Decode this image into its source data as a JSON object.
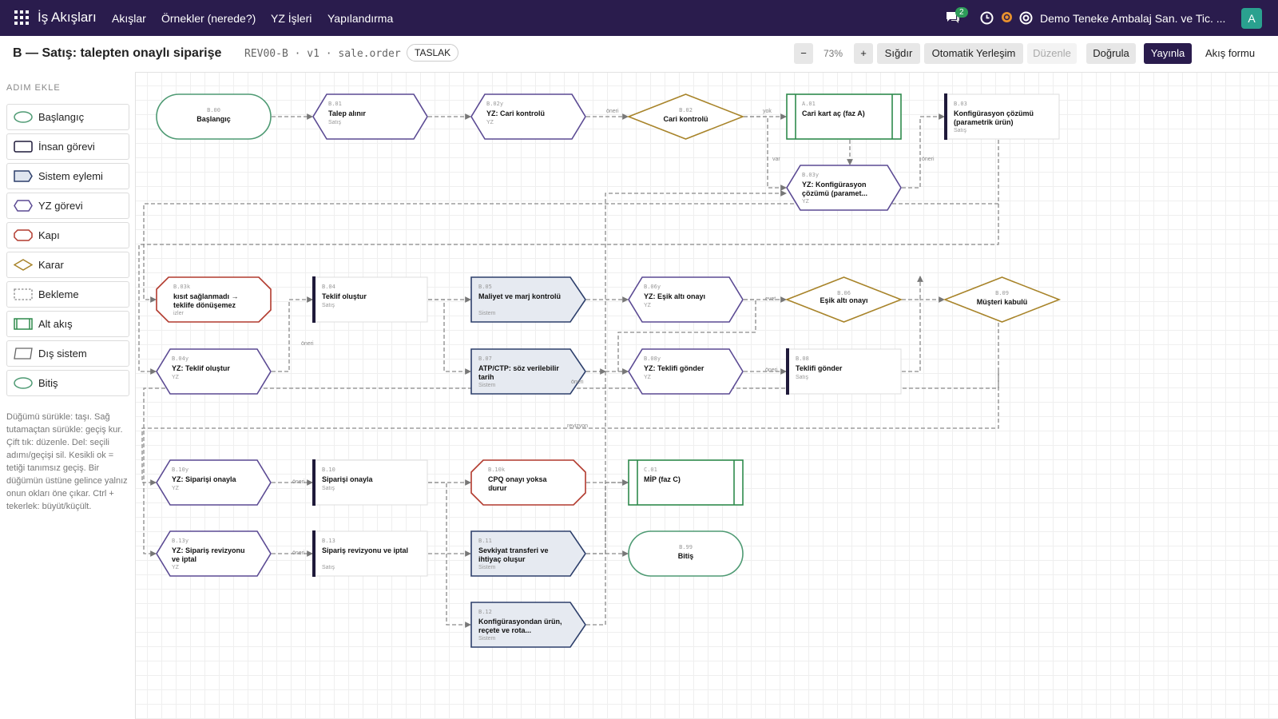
{
  "topbar": {
    "app_title": "İş Akışları",
    "menu": [
      "Akışlar",
      "Örnekler (nerede?)",
      "YZ İşleri",
      "Yapılandırma"
    ],
    "chat_badge": "2",
    "company": "Demo Teneke Ambalaj San. ve Tic. ...",
    "avatar": "A"
  },
  "header": {
    "title": "B — Satış: talepten onaylı siparişe",
    "meta": "REV00-B · v1 · sale.order",
    "status": "TASLAK",
    "zoom_out": "−",
    "zoom": "73%",
    "zoom_in": "+",
    "fit": "Sığdır",
    "auto_layout": "Otomatik Yerleşim",
    "edit": "Düzenle",
    "validate": "Doğrula",
    "publish": "Yayınla",
    "flow_form": "Akış formu"
  },
  "sidebar": {
    "title": "ADIM EKLE",
    "items": [
      {
        "label": "Başlangıç",
        "icon": "start-shape-icon"
      },
      {
        "label": "İnsan görevi",
        "icon": "human-task-icon"
      },
      {
        "label": "Sistem eylemi",
        "icon": "system-action-icon"
      },
      {
        "label": "YZ görevi",
        "icon": "ai-task-icon"
      },
      {
        "label": "Kapı",
        "icon": "gate-icon"
      },
      {
        "label": "Karar",
        "icon": "decision-icon"
      },
      {
        "label": "Bekleme",
        "icon": "wait-icon"
      },
      {
        "label": "Alt akış",
        "icon": "subflow-icon"
      },
      {
        "label": "Dış sistem",
        "icon": "external-system-icon"
      },
      {
        "label": "Bitiş",
        "icon": "end-shape-icon"
      }
    ],
    "help": "Düğümü sürükle: taşı. Sağ tutamaçtan sürükle: geçiş kur. Çift tık: düzenle. Del: seçili adımı/geçişi sil. Kesikli ok = tetiği tanımsız geçiş. Bir düğümün üstüne gelince yalnız onun okları öne çıkar. Ctrl + tekerlek: büyüt/küçült."
  },
  "nodes": [
    {
      "id": "B.00",
      "title": "Başlangıç",
      "sub": "",
      "type": "start"
    },
    {
      "id": "B.01",
      "title": "Talep alınır",
      "sub": "Satış",
      "type": "ai"
    },
    {
      "id": "B.02y",
      "title": "YZ: Cari kontrolü",
      "sub": "YZ",
      "type": "ai"
    },
    {
      "id": "B.02",
      "title": "Cari kontrolü",
      "sub": "",
      "type": "decision"
    },
    {
      "id": "A.01",
      "title": "Cari kart aç (faz A)",
      "sub": "",
      "type": "subflow"
    },
    {
      "id": "B.03",
      "title": "Konfigürasyon çözümü (parametrik ürün)",
      "sub": "Satış",
      "type": "human"
    },
    {
      "id": "B.03y",
      "title": "YZ: Konfigürasyon çözümü (paramet...",
      "sub": "YZ",
      "type": "ai"
    },
    {
      "id": "B.03k",
      "title": "kısıt sağlanmadı → teklife dönüşemez",
      "sub": "izler",
      "type": "gate"
    },
    {
      "id": "B.04",
      "title": "Teklif oluştur",
      "sub": "Satış",
      "type": "human"
    },
    {
      "id": "B.05",
      "title": "Maliyet ve marj kontrolü",
      "sub": "Sistem",
      "type": "system"
    },
    {
      "id": "B.06y",
      "title": "YZ: Eşik altı onayı",
      "sub": "YZ",
      "type": "ai"
    },
    {
      "id": "B.06",
      "title": "Eşik altı onayı",
      "sub": "",
      "type": "decision"
    },
    {
      "id": "B.09",
      "title": "Müşteri kabulü",
      "sub": "",
      "type": "decision"
    },
    {
      "id": "B.04y",
      "title": "YZ: Teklif oluştur",
      "sub": "YZ",
      "type": "ai"
    },
    {
      "id": "B.07",
      "title": "ATP/CTP: söz verilebilir tarih",
      "sub": "Sistem",
      "type": "system"
    },
    {
      "id": "B.08y",
      "title": "YZ: Teklifi gönder",
      "sub": "YZ",
      "type": "ai"
    },
    {
      "id": "B.08",
      "title": "Teklifi gönder",
      "sub": "Satış",
      "type": "human"
    },
    {
      "id": "B.10y",
      "title": "YZ: Siparişi onayla",
      "sub": "YZ",
      "type": "ai"
    },
    {
      "id": "B.10",
      "title": "Siparişi onayla",
      "sub": "Satış",
      "type": "human"
    },
    {
      "id": "B.10k",
      "title": "CPQ onayı yoksa durur",
      "sub": "izler",
      "type": "gate"
    },
    {
      "id": "C.01",
      "title": "MİP (faz C)",
      "sub": "",
      "type": "subflow"
    },
    {
      "id": "B.13y",
      "title": "YZ: Sipariş revizyonu ve iptal",
      "sub": "YZ",
      "type": "ai"
    },
    {
      "id": "B.13",
      "title": "Sipariş revizyonu ve iptal",
      "sub": "Satış",
      "type": "human"
    },
    {
      "id": "B.11",
      "title": "Sevkiyat transferi ve ihtiyaç oluşur",
      "sub": "Sistem",
      "type": "system"
    },
    {
      "id": "B.99",
      "title": "Bitiş",
      "sub": "",
      "type": "end"
    },
    {
      "id": "B.12",
      "title": "Konfigürasyondan ürün, reçete ve rota...",
      "sub": "Sistem",
      "type": "system"
    }
  ],
  "edge_labels": [
    "öneri",
    "yok",
    "var",
    "öneri",
    "öneri",
    "öneri",
    "evet",
    "öneri",
    "revizyon",
    "öneri",
    "öneri"
  ],
  "colors": {
    "topbar": "#2a1c4d",
    "ai": "#5b4a93",
    "human": "#1f1a3a",
    "system": "#2d3f6b",
    "system_fill": "#e6eaf1",
    "gate": "#b23a2e",
    "decision": "#a8842a",
    "start": "#4e9a73",
    "subflow": "#2f8a4c",
    "publish": "#2a1c4d",
    "badge": "#2e9c5a",
    "avatar": "#2aa18f"
  }
}
